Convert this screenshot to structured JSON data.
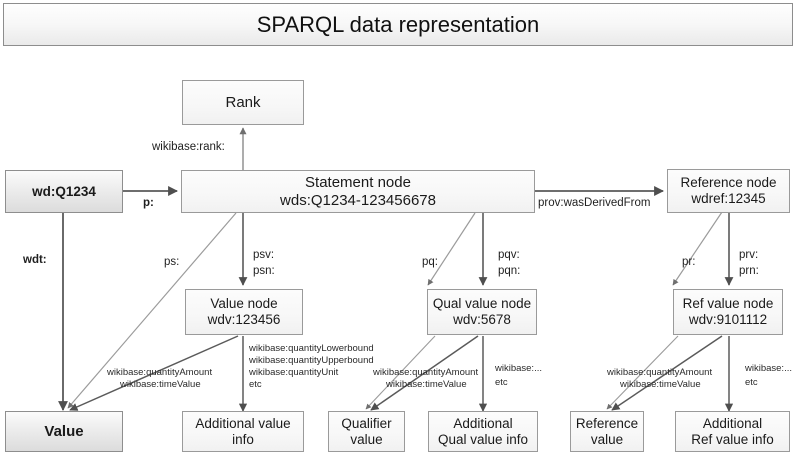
{
  "header": {
    "title": "SPARQL data representation"
  },
  "nodes": {
    "entity": {
      "line1": "wd:Q1234"
    },
    "rank": {
      "line1": "Rank"
    },
    "statement": {
      "line1": "Statement node",
      "line2": "wds:Q1234-123456678"
    },
    "reference": {
      "line1": "Reference node",
      "line2": "wdref:12345"
    },
    "value_node": {
      "line1": "Value node",
      "line2": "wdv:123456"
    },
    "qual_value": {
      "line1": "Qual value node",
      "line2": "wdv:5678"
    },
    "ref_value": {
      "line1": "Ref value node",
      "line2": "wdv:9101112"
    },
    "value": {
      "line1": "Value"
    },
    "add_value": {
      "line1": "Additional value",
      "line2": "info"
    },
    "qualifier": {
      "line1": "Qualifier",
      "line2": "value"
    },
    "add_qual": {
      "line1": "Additional",
      "line2": "Qual value info"
    },
    "ref_value_box": {
      "line1": "Reference",
      "line2": "value"
    },
    "add_ref": {
      "line1": "Additional",
      "line2": "Ref value info"
    }
  },
  "edge_labels": {
    "p": "p:",
    "wdt": "wdt:",
    "wikibase_rank": "wikibase:rank:",
    "ps": "ps:",
    "psv": "psv:",
    "psn": "psn:",
    "pq": "pq:",
    "pqv": "pqv:",
    "pqn": "pqn:",
    "prov": "prov:wasDerivedFrom",
    "pr": "pr:",
    "prv": "prv:",
    "prn": "prn:",
    "value_amount_1": "wikibase:quantityAmount",
    "value_amount_2": "wikibase:timeValue",
    "value_info_1": "wikibase:quantityLowerbound",
    "value_info_2": "wikibase:quantityUpperbound",
    "value_info_3": "wikibase:quantityUnit",
    "value_info_4": "etc",
    "qual_amount_1": "wikibase:quantityAmount",
    "qual_amount_2": "wikibase:timeValue",
    "qual_info_1": "wikibase:...",
    "qual_info_2": "etc",
    "ref_amount_1": "wikibase:quantityAmount",
    "ref_amount_2": "wikibase:timeValue",
    "ref_info_1": "wikibase:...",
    "ref_info_2": "etc"
  },
  "colors": {
    "box_border": "#9a9a9a",
    "entity_border": "#8e8e8e",
    "edge_thick": "#5a5a5a",
    "edge_thin": "#9b9b9b",
    "text": "#1a1a1a",
    "background": "#ffffff"
  }
}
